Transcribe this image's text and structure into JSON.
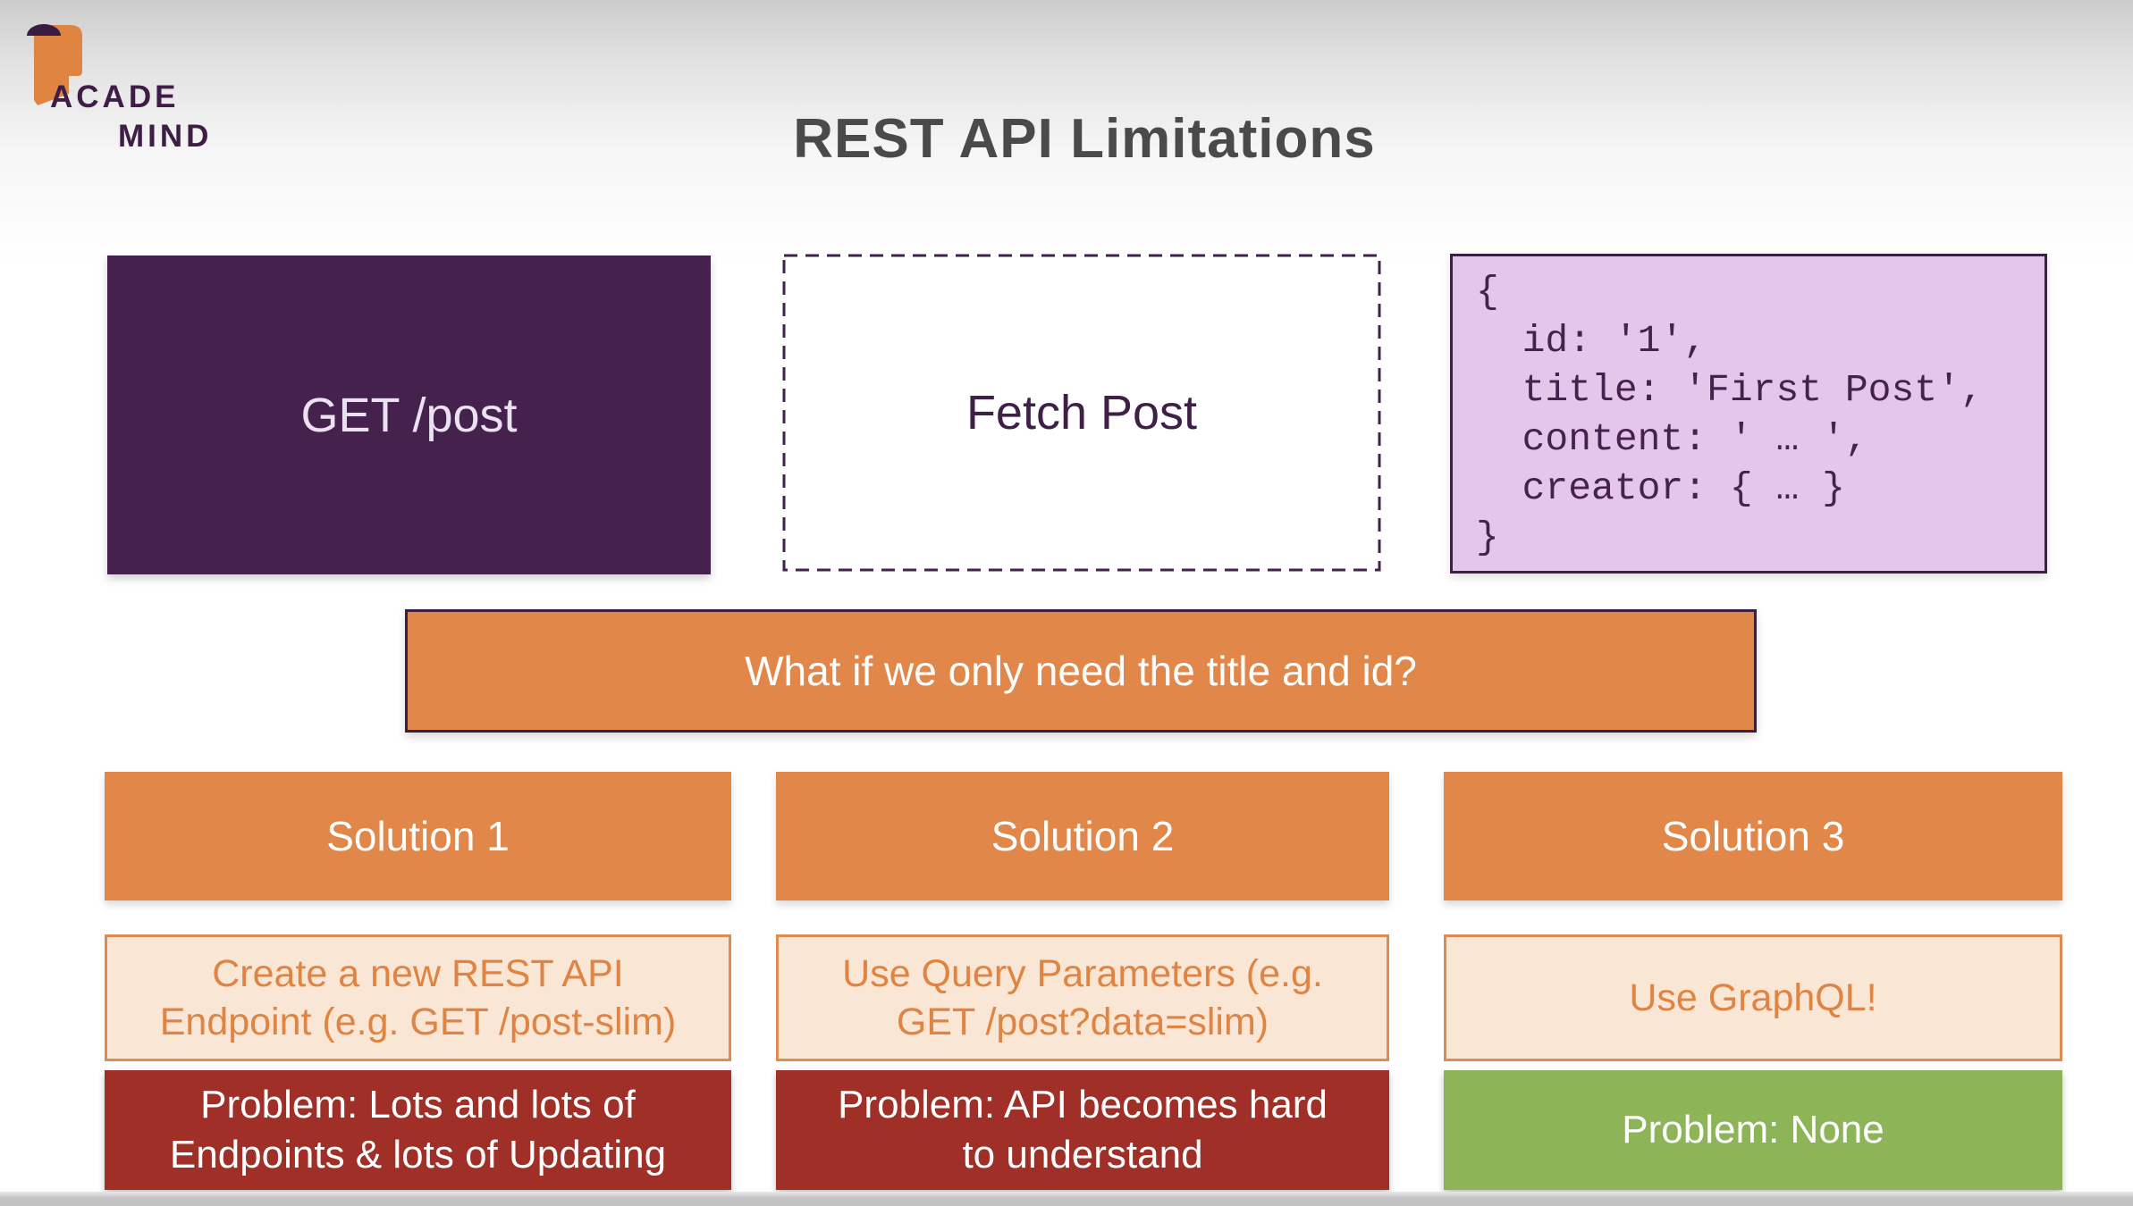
{
  "header": {
    "title": "REST API Limitations",
    "logo_line1": "ACADE",
    "logo_line2": "MIND"
  },
  "flow": {
    "request_label": "GET /post",
    "action_label": "Fetch Post",
    "response_code_lines": [
      "{",
      "  id: '1',",
      "  title: 'First Post',",
      "  content: ' … ',",
      "  creator: { … }",
      "}"
    ]
  },
  "question": {
    "text": "What if we only need the title and id?"
  },
  "solutions": [
    {
      "header": "Solution 1",
      "approach_line1": "Create a new REST API",
      "approach_line2": "Endpoint (e.g. GET /post-slim)",
      "problem_line1": "Problem: Lots and lots of",
      "problem_line2": "Endpoints & lots of Updating",
      "verdict": "negative"
    },
    {
      "header": "Solution 2",
      "approach_line1": "Use Query Parameters (e.g.",
      "approach_line2": "GET /post?data=slim)",
      "problem_line1": "Problem: API becomes hard",
      "problem_line2": "to understand",
      "verdict": "negative"
    },
    {
      "header": "Solution 3",
      "approach_line1": "Use GraphQL!",
      "approach_line2": "",
      "problem_line1": "Problem: None",
      "problem_line2": "",
      "verdict": "positive"
    }
  ],
  "colors": {
    "accent_orange": "#E2874A",
    "dark_purple": "#3E2046",
    "request_box_purple": "#45224D",
    "code_box_lavender": "#E4C6EA",
    "approach_peach": "#FAE6D4",
    "problem_red": "#9F2F27",
    "problem_green": "#8DB557",
    "title_gray": "#4A4A4A",
    "logo_orange": "#DF8541"
  }
}
